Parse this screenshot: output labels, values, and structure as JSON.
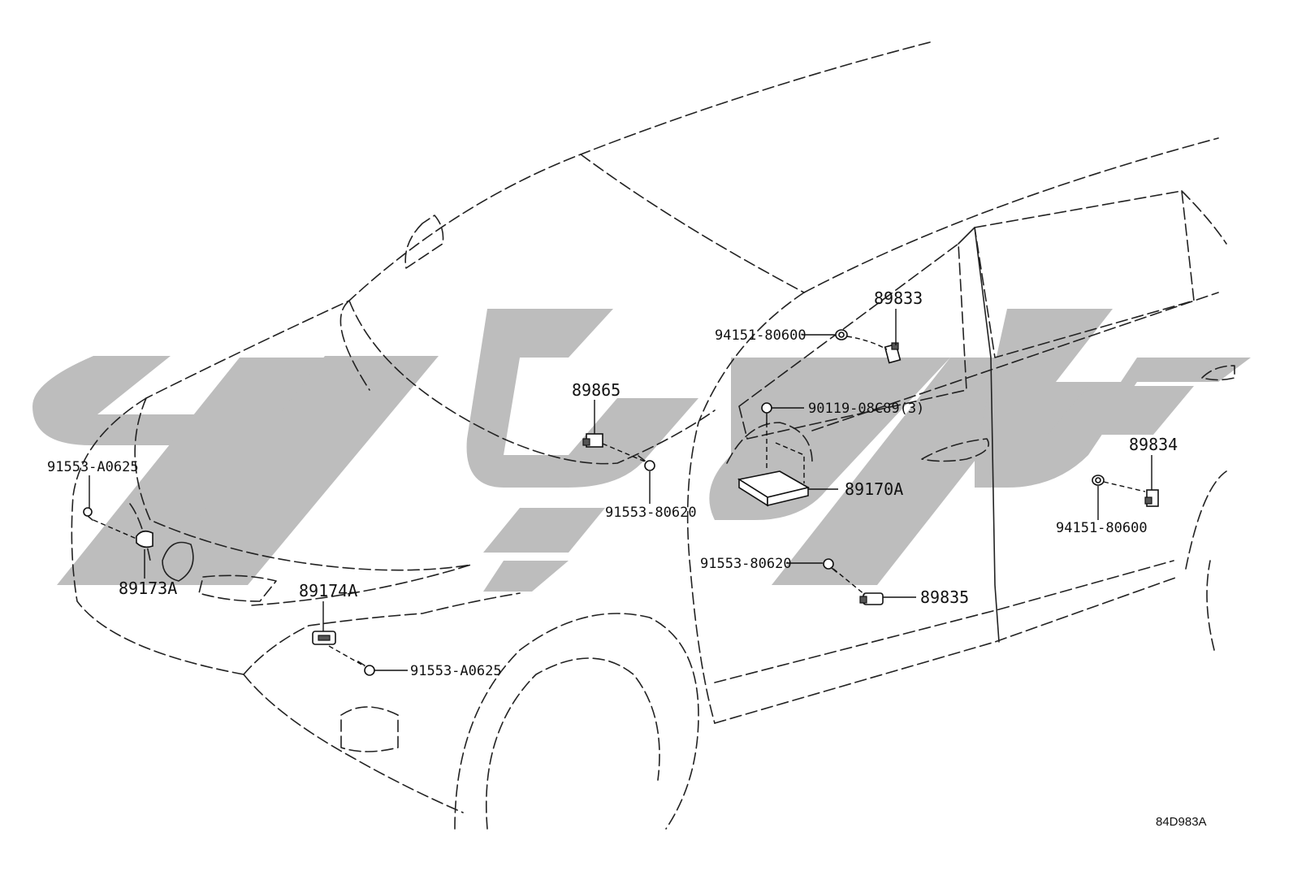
{
  "parts": {
    "p89833": "89833",
    "p94151_top": "94151-80600",
    "p89865": "89865",
    "p90119": "90119-08C89(3)",
    "p91553_left": "91553-A0625",
    "p91553_80620_top": "91553-80620",
    "p89170A": "89170A",
    "p89834": "89834",
    "p94151_right": "94151-80600",
    "p89173A": "89173A",
    "p89174A": "89174A",
    "p91553_80620_mid": "91553-80620",
    "p89835": "89835",
    "p91553_bottom": "91553-A0625"
  },
  "diagram_code": "84D983A",
  "colors": {
    "line": "#222222",
    "watermark": "#bdbdbd"
  }
}
